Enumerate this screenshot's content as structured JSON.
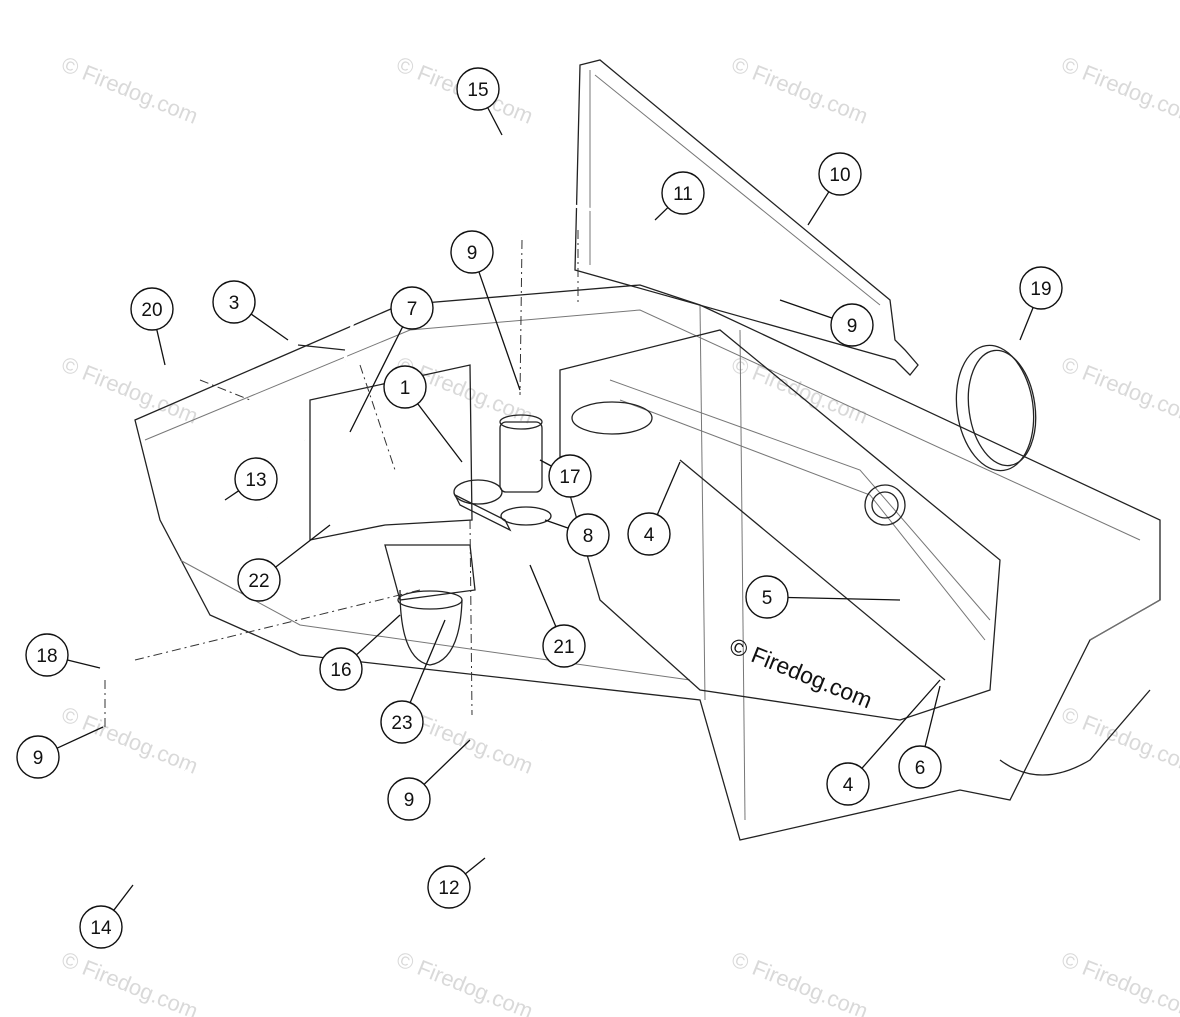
{
  "watermark": "© Firedog.com",
  "credit": "© Firedog.com",
  "callouts": [
    {
      "label": "1"
    },
    {
      "label": "3"
    },
    {
      "label": "4"
    },
    {
      "label": "4"
    },
    {
      "label": "5"
    },
    {
      "label": "6"
    },
    {
      "label": "7"
    },
    {
      "label": "8"
    },
    {
      "label": "9"
    },
    {
      "label": "9"
    },
    {
      "label": "9"
    },
    {
      "label": "9"
    },
    {
      "label": "10"
    },
    {
      "label": "11"
    },
    {
      "label": "12"
    },
    {
      "label": "13"
    },
    {
      "label": "14"
    },
    {
      "label": "15"
    },
    {
      "label": "16"
    },
    {
      "label": "17"
    },
    {
      "label": "18"
    },
    {
      "label": "19"
    },
    {
      "label": "20"
    },
    {
      "label": "21"
    },
    {
      "label": "22"
    },
    {
      "label": "23"
    }
  ]
}
